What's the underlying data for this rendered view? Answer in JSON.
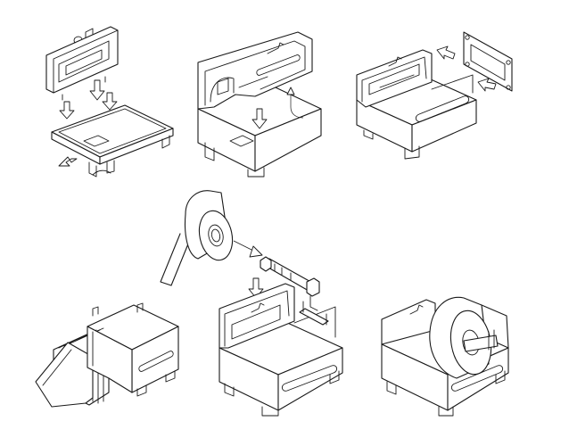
{
  "figure": {
    "line_color": "#1a1a1a",
    "background": "#ffffff",
    "steps": [
      {
        "id": 1,
        "depicts": "base-tray-and-back-panel-exploded"
      },
      {
        "id": 2,
        "depicts": "side-wall-attached-to-base"
      },
      {
        "id": 3,
        "depicts": "rear-bracket-insertion"
      },
      {
        "id": 4,
        "depicts": "label-roll-and-spindle"
      },
      {
        "id": 5,
        "depicts": "fanfold-labels-in-holder"
      },
      {
        "id": 6,
        "depicts": "spindle-seated-in-holder"
      },
      {
        "id": 7,
        "depicts": "roll-mounted-in-holder"
      }
    ]
  }
}
